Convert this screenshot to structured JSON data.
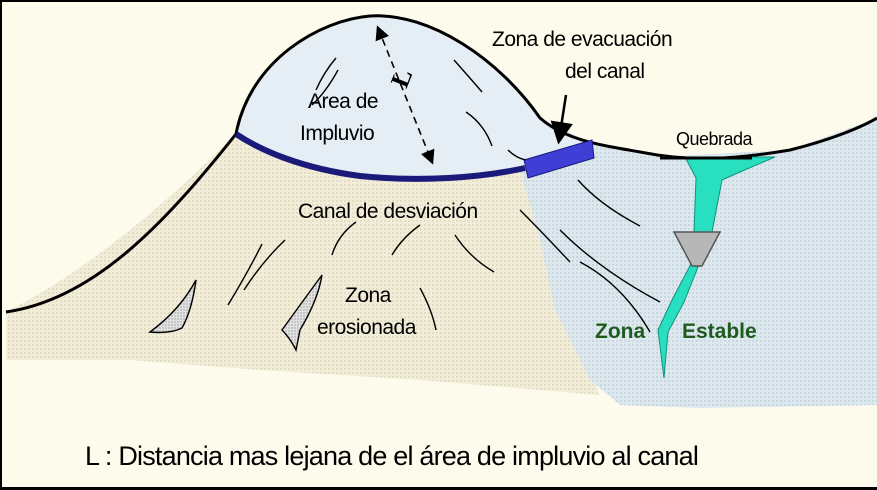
{
  "labels": {
    "area_line1": "Area de",
    "area_line2": "Impluvio",
    "distance_symbol": "L",
    "evacuation_line1": "Zona de evacuación",
    "evacuation_line2": "del canal",
    "quebrada": "Quebrada",
    "diversion_channel": "Canal de desviación",
    "eroded_line1": "Zona",
    "eroded_line2": "erosionada",
    "stable_word1": "Zona",
    "stable_word2": "Estable"
  },
  "caption": "L : Distancia mas lejana de el área de impluvio al canal",
  "colors": {
    "background": "#fdfbec",
    "impluvio_fill": "#e4eef4",
    "eroded_fill": "#f0ecd8",
    "stable_fill": "#d7e3ea",
    "channel": "#1a1a7a",
    "evacuation": "#3f3fd6",
    "quebrada": "#28e0c0",
    "stable_text": "#1f5a1f"
  }
}
